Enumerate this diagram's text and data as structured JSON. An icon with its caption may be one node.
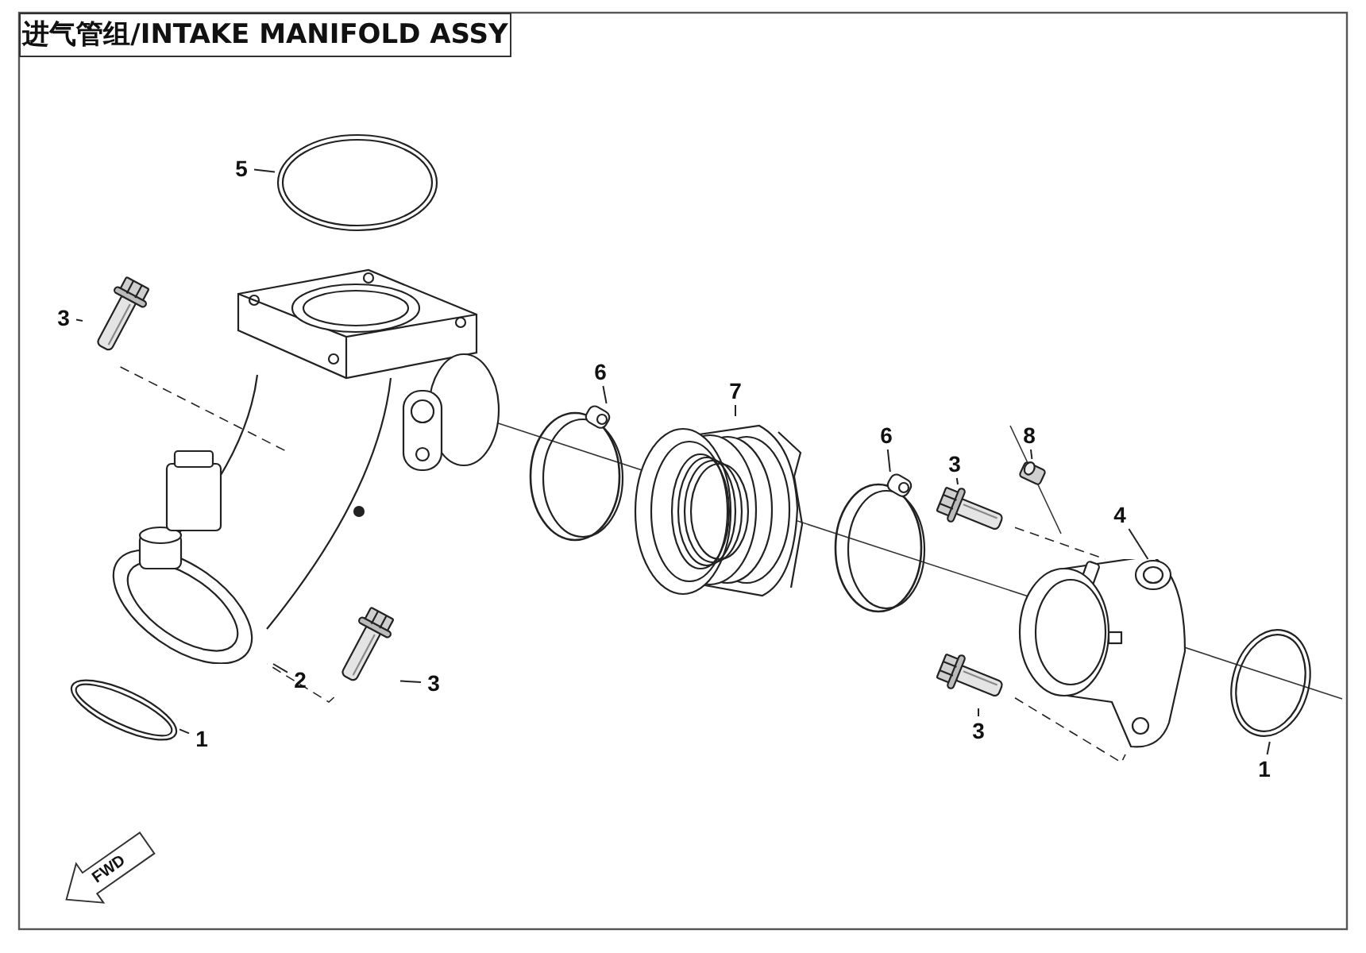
{
  "diagram": {
    "title": "进气管组/INTAKE MANIFOLD ASSY",
    "nodes": [
      {
        "text": [
          "5"
        ]
      },
      {
        "text": [
          "3"
        ]
      },
      {
        "text": [
          "6"
        ]
      },
      {
        "text": [
          "7"
        ]
      },
      {
        "text": [
          "8"
        ]
      },
      {
        "text": [
          "6"
        ]
      },
      {
        "text": [
          "3"
        ]
      },
      {
        "text": [
          "4"
        ]
      },
      {
        "text": [
          "2"
        ]
      },
      {
        "text": [
          "3"
        ]
      },
      {
        "text": [
          "1"
        ]
      },
      {
        "text": [
          "3"
        ]
      },
      {
        "text": [
          "1"
        ]
      },
      {
        "text": [],
        "shape": "picture"
      },
      {
        "text": [],
        "shape": "picture"
      },
      {
        "text": [],
        "shape": "picture"
      },
      {
        "text": [],
        "shape": "picture"
      },
      {
        "text": [],
        "shape": "picture"
      },
      {
        "text": [],
        "shape": "picture"
      },
      {
        "text": [],
        "shape": "picture"
      },
      {
        "text": [],
        "shape": "picture"
      },
      {
        "text": [],
        "shape": "picture"
      },
      {
        "text": [],
        "shape": "picture"
      },
      {
        "text": [],
        "shape": "picture"
      },
      {
        "text": [],
        "shape": "picture"
      },
      {
        "text": [],
        "shape": "picture"
      }
    ],
    "edges": [
      {
        "from": 0,
        "to": 16,
        "arrow": "none"
      },
      {
        "from": 1,
        "to": 13,
        "arrow": "none"
      },
      {
        "from": 2,
        "to": 18,
        "arrow": "none"
      },
      {
        "from": 3,
        "to": 19,
        "arrow": "none"
      },
      {
        "from": 4,
        "to": 23,
        "arrow": "none"
      },
      {
        "from": 5,
        "to": 20,
        "arrow": "none"
      },
      {
        "from": 6,
        "to": 22,
        "arrow": "none"
      },
      {
        "from": 7,
        "to": 24,
        "arrow": "none"
      },
      {
        "from": 8,
        "to": 15,
        "arrow": "none"
      },
      {
        "from": 9,
        "to": 17,
        "arrow": "none"
      },
      {
        "from": 10,
        "to": 14,
        "arrow": "none"
      },
      {
        "from": 11,
        "to": 21,
        "arrow": "none"
      },
      {
        "from": 12,
        "to": 25,
        "arrow": "none"
      },
      {
        "from": 13,
        "to": 15,
        "arrow": "none",
        "style": "dashed"
      },
      {
        "from": 17,
        "to": 15,
        "arrow": "none",
        "style": "dashed"
      },
      {
        "from": 22,
        "to": 24,
        "arrow": "none",
        "style": "dashed"
      },
      {
        "from": 21,
        "to": 24,
        "arrow": "none",
        "style": "dashed"
      }
    ],
    "labels": [
      "FWD"
    ]
  }
}
